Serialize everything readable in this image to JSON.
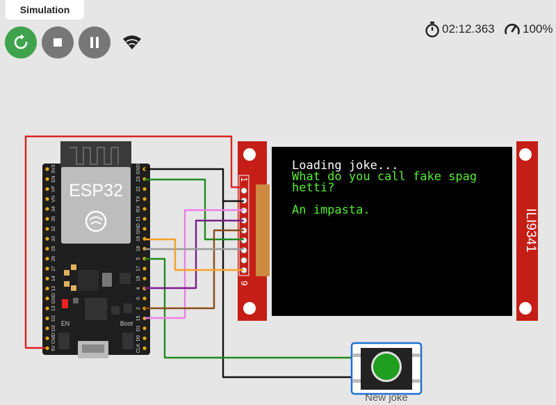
{
  "tab": {
    "label": "Simulation"
  },
  "controls": {
    "restart": {
      "icon": "restart-icon",
      "color": "#3fa34d"
    },
    "stop": {
      "icon": "stop-icon",
      "color": "#777777"
    },
    "pause": {
      "icon": "pause-icon",
      "color": "#777777"
    },
    "wifi": {
      "icon": "wifi-icon"
    }
  },
  "status": {
    "timer_icon": "stopwatch-icon",
    "time": "02:12.363",
    "speed_icon": "gauge-icon",
    "speed": "100%"
  },
  "esp32": {
    "label": "ESP32",
    "en_label": "EN",
    "boot_label": "Boot",
    "left_pins": [
      "3V3",
      "EN",
      "VP",
      "VN",
      "34",
      "35",
      "32",
      "33",
      "25",
      "26",
      "27",
      "14",
      "12",
      "GND",
      "13",
      "D2",
      "D3",
      "CMD",
      "5V"
    ],
    "right_pins": [
      "GND",
      "23",
      "22",
      "TX",
      "RX",
      "21",
      "GND",
      "19",
      "18",
      "5",
      "17",
      "16",
      "4",
      "0",
      "2",
      "15",
      "D1",
      "D0",
      "CLK"
    ]
  },
  "display": {
    "model": "ILI9341",
    "pin_first": "1",
    "pin_last": "9",
    "lines": [
      {
        "text": "Loading joke...",
        "color": "#ffffff"
      },
      {
        "text": "What do you call fake spag",
        "color": "#55ee33"
      },
      {
        "text": "hetti?",
        "color": "#55ee33"
      },
      {
        "text": "",
        "color": "#55ee33"
      },
      {
        "text": "An impasta.",
        "color": "#55ee33"
      }
    ]
  },
  "pushbutton": {
    "label": "New joke",
    "cap_color": "#1f9e1f",
    "frame_color": "#1d6fd6"
  },
  "wire_colors": {
    "power": "#e02020",
    "gnd": "#111111",
    "green": "#1d8a1d",
    "violet": "#7a1a8c",
    "pink": "#ee7ce8",
    "orange": "#f7a023",
    "gray": "#999999",
    "brown": "#8a4a16"
  }
}
